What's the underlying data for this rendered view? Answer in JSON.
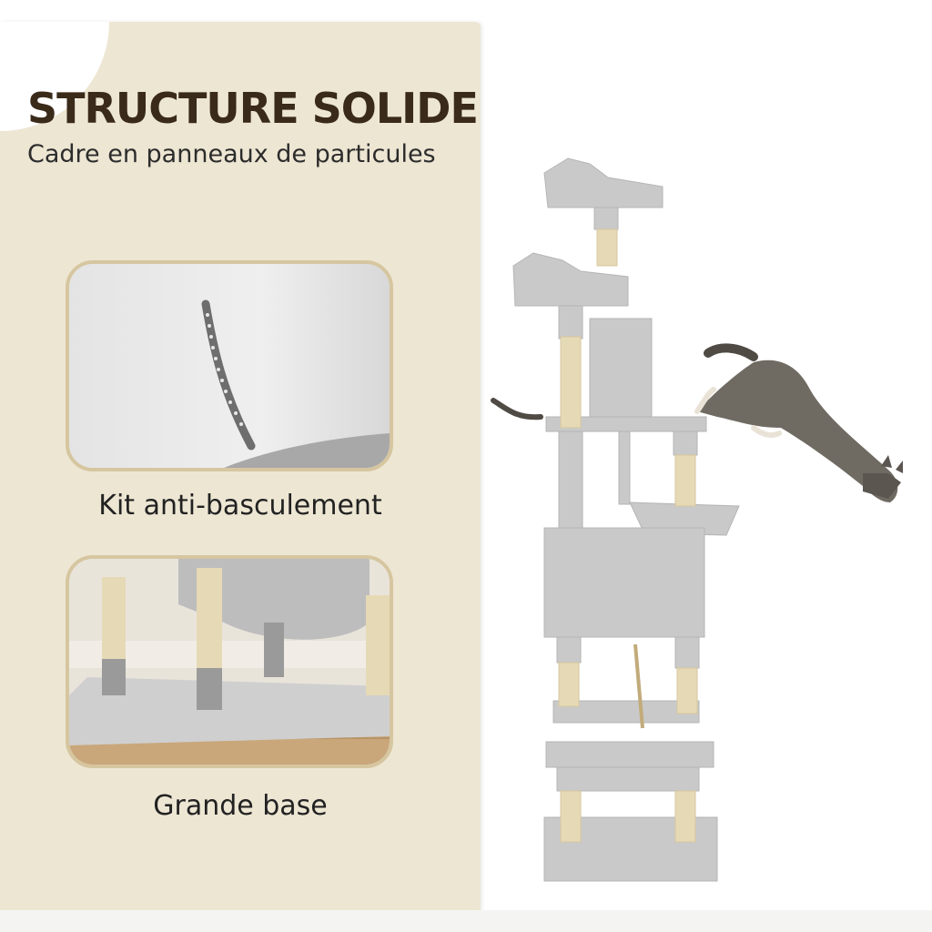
{
  "heading": {
    "title": "STRUCTURE SOLIDE",
    "subtitle": "Cadre en panneaux de particules"
  },
  "features": [
    {
      "caption": "Kit anti-basculement",
      "icon": "anti-tip-strap-photo"
    },
    {
      "caption": "Grande base",
      "icon": "large-base-photo"
    }
  ],
  "colors": {
    "panel": "#ede6d3",
    "frame_border": "#d6c6a0",
    "title": "#3a2a1a",
    "plush_gray": "#c9c9c9",
    "sisal": "#e6d9b5"
  }
}
